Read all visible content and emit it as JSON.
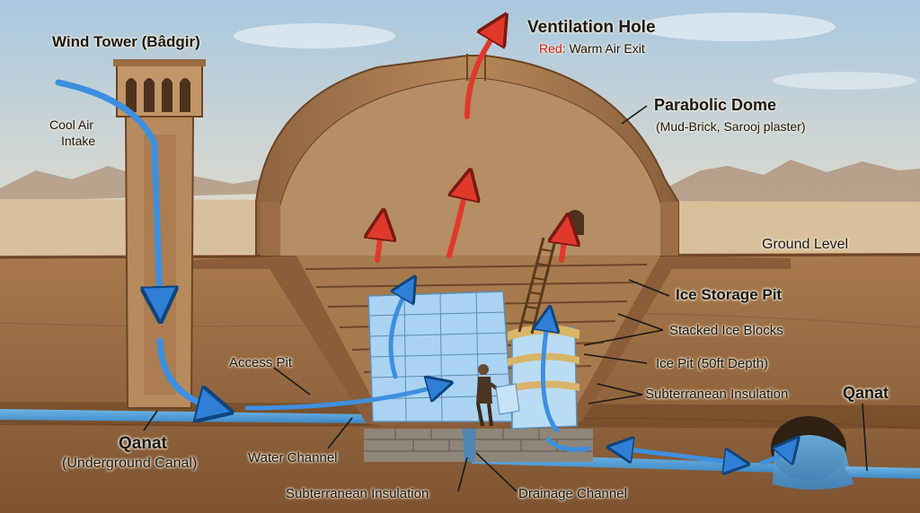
{
  "labels": {
    "wind_tower": "Wind Tower (Bâdgir)",
    "cool_air_1": "Cool Air",
    "cool_air_2": "Intake",
    "ventilation_hole": "Ventilation Hole",
    "red_prefix": "Red:",
    "red_desc": "Warm Air Exit",
    "dome_title": "Parabolic Dome",
    "dome_sub": "(Mud-Brick, Sarooj plaster)",
    "ground_level": "Ground Level",
    "ice_storage_pit": "Ice Storage Pit",
    "stacked_ice": "Stacked Ice Blocks",
    "ice_pit_depth": "Ice Pit (50ft Depth)",
    "sub_insulation_right": "Subterranean Insulation",
    "access_pit": "Access Pit",
    "qanat_left_title": "Qanat",
    "qanat_left_sub": "(Underground Canal)",
    "water_channel": "Water Channel",
    "sub_insulation_bottom": "Subterranean Insulation",
    "drainage_channel": "Drainage Channel",
    "qanat_right": "Qanat"
  },
  "colors": {
    "cool_air_arrow": "#3d8fe0",
    "warm_air_arrow": "#e0392b",
    "ice": "#a9d3f0",
    "earth": "#9a6a3f",
    "sky": "#c9dbe8"
  }
}
